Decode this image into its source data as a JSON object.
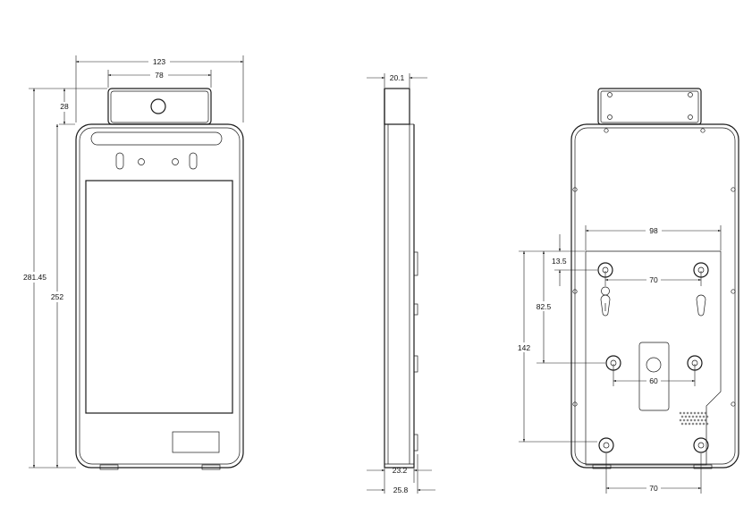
{
  "front_view": {
    "dim_overall_width": "123",
    "dim_camera_width": "78",
    "dim_camera_height": "28",
    "dim_overall_height": "281.45",
    "dim_body_height": "252"
  },
  "side_view": {
    "dim_camera_depth": "20.1",
    "dim_body_depth": "23.2",
    "dim_total_depth": "25.8"
  },
  "back_view": {
    "dim_plate_width": "98",
    "dim_top_offset": "13.5",
    "dim_hole_spacing_top": "70",
    "dim_slot_depth": "82.5",
    "dim_hole_vertical": "142",
    "dim_hole_spacing_middle": "60",
    "dim_hole_spacing_bottom": "70"
  },
  "colors": {
    "line": "#1a1a1a",
    "background": "#ffffff"
  }
}
